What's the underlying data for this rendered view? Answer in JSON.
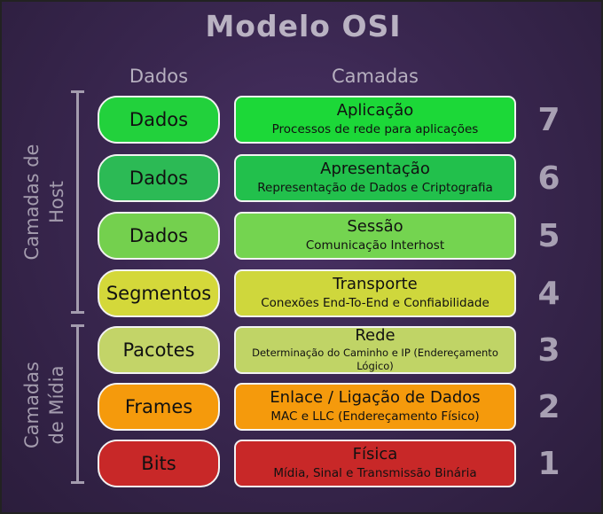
{
  "title": "Modelo OSI",
  "headers": {
    "dados": "Dados",
    "camadas": "Camadas"
  },
  "groups": {
    "host": "Camadas de\nHost",
    "midia": "Camadas\nde Mídia"
  },
  "layers": [
    {
      "number": "7",
      "data": "Dados",
      "name": "Aplicação",
      "desc": "Processos de rede para aplicações",
      "pill_color": "#22d13c",
      "box_color": "#1cd838"
    },
    {
      "number": "6",
      "data": "Dados",
      "name": "Apresentação",
      "desc": "Representação de Dados e Criptografia",
      "pill_color": "#2cba55",
      "box_color": "#22c04c"
    },
    {
      "number": "5",
      "data": "Dados",
      "name": "Sessão",
      "desc": "Comunicação Interhost",
      "pill_color": "#74d04e",
      "box_color": "#74d450"
    },
    {
      "number": "4",
      "data": "Segmentos",
      "name": "Transporte",
      "desc": "Conexões End-To-End e Confiabilidade",
      "pill_color": "#d4d83a",
      "box_color": "#cfd73c"
    },
    {
      "number": "3",
      "data": "Pacotes",
      "name": "Rede",
      "desc": "Determinação do Caminho e IP (Endereçamento Lógico)",
      "pill_color": "#c3d468",
      "box_color": "#c0d466"
    },
    {
      "number": "2",
      "data": "Frames",
      "name": "Enlace / Ligação de Dados",
      "desc": "MAC e LLC (Endereçamento Físico)",
      "pill_color": "#f59a0c",
      "box_color": "#f59a0c"
    },
    {
      "number": "1",
      "data": "Bits",
      "name": "Física",
      "desc": "Mídia, Sinal e Transmissão Binária",
      "pill_color": "#c82828",
      "box_color": "#c82828"
    }
  ]
}
